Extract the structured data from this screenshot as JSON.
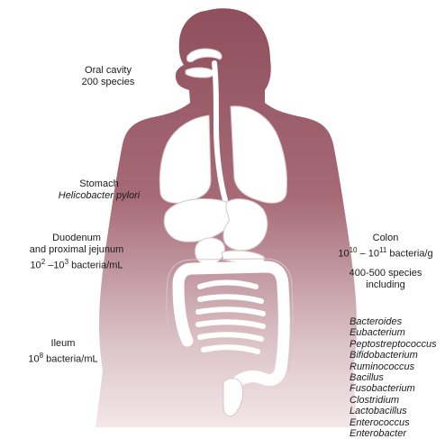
{
  "labels": {
    "oral": {
      "name": "Oral cavity",
      "detail": "200 species"
    },
    "stomach": {
      "name": "Stomach",
      "organism": "Helicobacter pylori"
    },
    "duodenum": {
      "line1": "Duodenum",
      "line2": "and proximal jejunum",
      "base": "10",
      "exp1": "2",
      "dash": " –10",
      "exp2": "3",
      "unit": " bacteria/mL"
    },
    "ileum": {
      "name": "Ileum",
      "base": "10",
      "exp": "8",
      "unit": " bacteria/mL"
    },
    "colon": {
      "name": "Colon",
      "base1": "10",
      "exp1": "10",
      "dash": " – 10",
      "exp2": "11",
      "unit": " bacteria/g",
      "species_count": "400-500 species",
      "including": "including"
    }
  },
  "colon_species": [
    "Bacteroides",
    "Eubacterium",
    "Peptostreptococcus",
    "Bifidobacterium",
    "Ruminococcus",
    "Bacillus",
    "Fusobacterium",
    "Clostridium",
    "Lactobacillus",
    "Enterococcus",
    "Enterobacter"
  ],
  "colors": {
    "body_top": "#8f4f5c",
    "body_bottom": "#f3e7ea",
    "organ": "#ffffff",
    "organ_stroke": "#d8c4c8",
    "text": "#1a1a1a"
  }
}
